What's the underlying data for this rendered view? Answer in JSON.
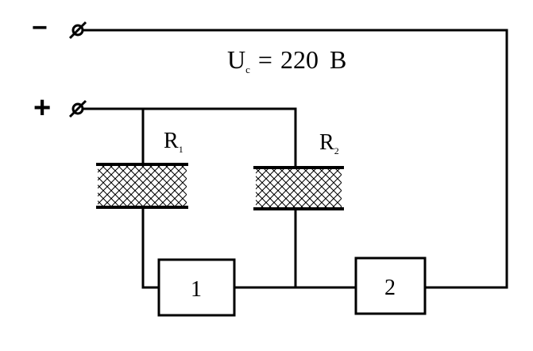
{
  "terminals": {
    "negative_symbol": "−",
    "positive_symbol": "+"
  },
  "voltage": {
    "symbol": "U",
    "subscript": "c",
    "equals": "=",
    "value": "220",
    "unit": "B"
  },
  "resistors": [
    {
      "letter": "R",
      "subscript": "1"
    },
    {
      "letter": "R",
      "subscript": "2"
    }
  ],
  "blocks": [
    {
      "label": "1"
    },
    {
      "label": "2"
    }
  ],
  "colors": {
    "line": "#000000",
    "background": "#ffffff"
  }
}
